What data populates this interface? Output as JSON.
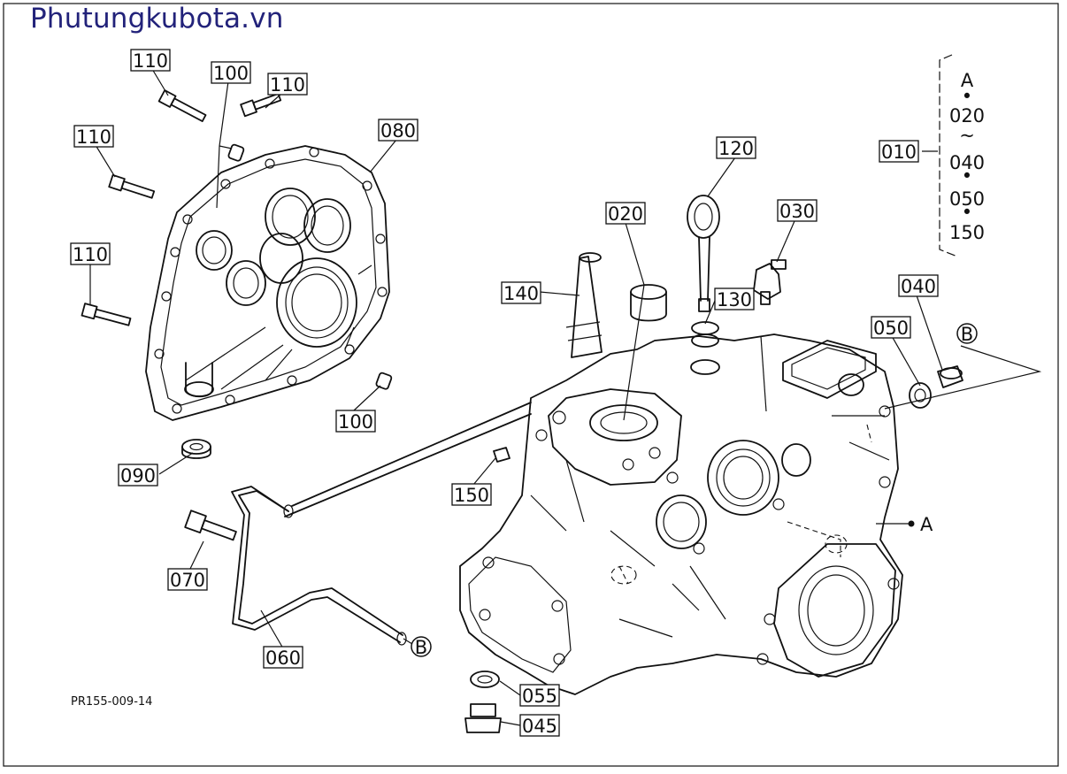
{
  "header": {
    "site_title": "Phutungkubota.vn"
  },
  "footer": {
    "drawing_code": "PR155-009-14"
  },
  "callouts": [
    {
      "id": "c110a",
      "label": "110"
    },
    {
      "id": "c100a",
      "label": "100"
    },
    {
      "id": "c110b",
      "label": "110"
    },
    {
      "id": "c080",
      "label": "080"
    },
    {
      "id": "c110c",
      "label": "110"
    },
    {
      "id": "c110d",
      "label": "110"
    },
    {
      "id": "c100b",
      "label": "100"
    },
    {
      "id": "c090",
      "label": "090"
    },
    {
      "id": "c070",
      "label": "070"
    },
    {
      "id": "c060",
      "label": "060"
    },
    {
      "id": "c120",
      "label": "120"
    },
    {
      "id": "c020",
      "label": "020"
    },
    {
      "id": "c030",
      "label": "030"
    },
    {
      "id": "c140",
      "label": "140"
    },
    {
      "id": "c130",
      "label": "130"
    },
    {
      "id": "c040",
      "label": "040"
    },
    {
      "id": "c050",
      "label": "050"
    },
    {
      "id": "c150",
      "label": "150"
    },
    {
      "id": "c055",
      "label": "055"
    },
    {
      "id": "c045",
      "label": "045"
    },
    {
      "id": "c010",
      "label": "010"
    }
  ],
  "assembly_legend": {
    "items": [
      "A",
      "•",
      "020",
      "~",
      "040",
      "•",
      "050",
      "•",
      "150"
    ]
  },
  "markers": {
    "b_top": "B",
    "b_bottom": "B",
    "a_label": "A"
  }
}
